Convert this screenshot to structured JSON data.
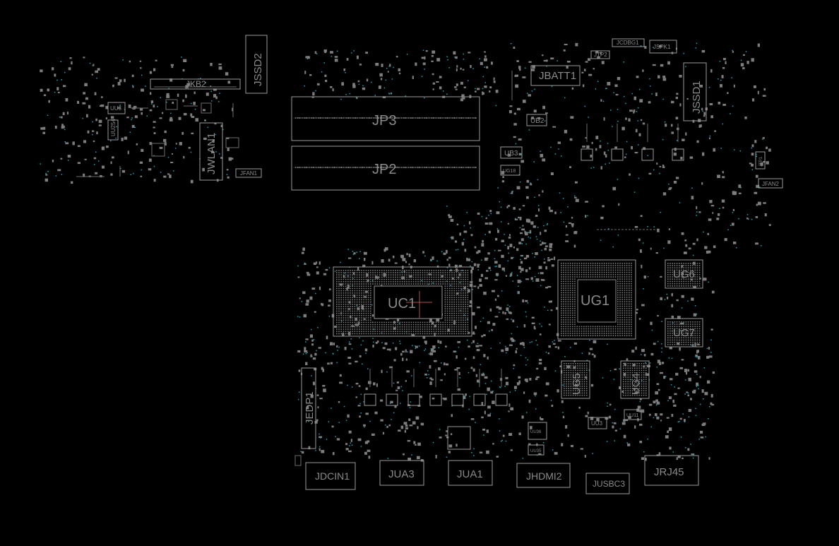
{
  "board": {
    "background": "#000000",
    "outline_color": "#9a9a9a",
    "label_color": "#8a8a8a",
    "via_color": "#1aa6b7"
  },
  "labels": {
    "jkb2": "JKB2",
    "jssd2": "JSSD2",
    "jwlan1": "JWLAN1",
    "jfan1": "JFAN1",
    "uu3": "UU3",
    "uu254": "UU254",
    "jp3": "JP3",
    "jp2": "JP2",
    "jbatt1": "JBATT1",
    "ub2": "UB2",
    "ub3": "UB3",
    "ug18": "UG18",
    "jcdbg1": "JCDBG1",
    "jtp2": "JTP2",
    "jspk1": "JSPK1",
    "jssd1": "JSSD1",
    "jtp1": "JTP1",
    "jfan2": "JFAN2",
    "uc1": "UC1",
    "ug1": "UG1",
    "ug6": "UG6",
    "ug7": "UG7",
    "ug5": "UG5",
    "ug4": "UG4",
    "uu11": "UU11",
    "uu3b": "UU3",
    "uu36": "UU36",
    "uu35": "UU35",
    "jedp1": "JEDP1",
    "jdcin1": "JDCIN1",
    "jua3": "JUA3",
    "jua1": "JUA1",
    "jhdmi2": "JHDMI2",
    "jusbc3": "JUSBC3",
    "jrj45": "JRJ45"
  }
}
